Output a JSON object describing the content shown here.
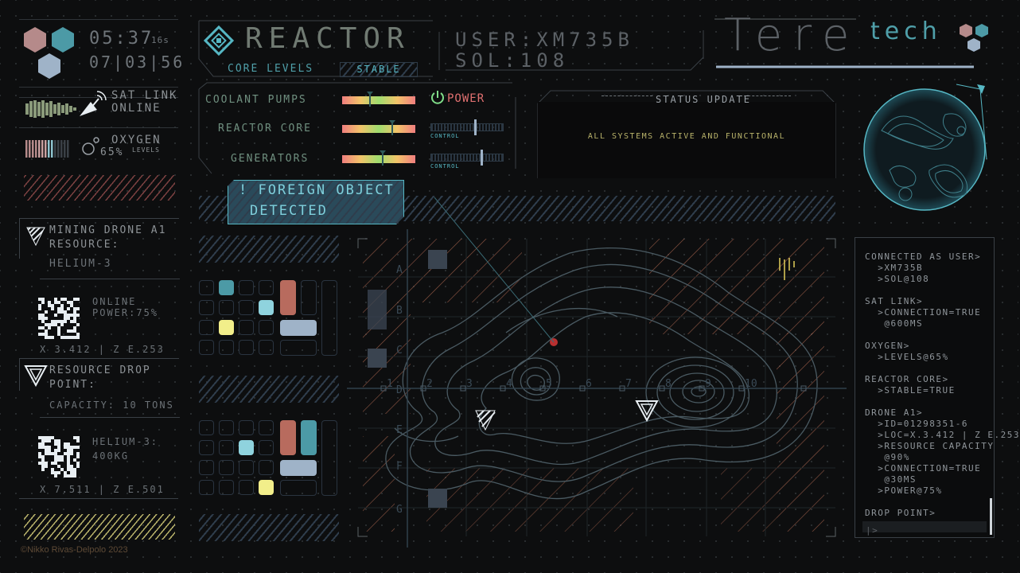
{
  "clock": {
    "time": "05:37",
    "seconds": "16s",
    "date": "07|03|56"
  },
  "reactor": {
    "title": "REACTOR",
    "core_label": "CORE LEVELS",
    "core_status": "STABLE"
  },
  "user": {
    "line1": "USER:XM735B",
    "line2": "SOL:108"
  },
  "brand": {
    "logo": "Tere",
    "suffix": "tech"
  },
  "satlink": {
    "line1": "SAT LINK",
    "line2": "ONLINE"
  },
  "oxygen": {
    "label": "OXYGEN",
    "value": "65%",
    "sub": "LEVELS",
    "level": 0.65
  },
  "gauges": [
    {
      "label": "COOLANT PUMPS",
      "marker": 0.38
    },
    {
      "label": "REACTOR CORE",
      "marker": 0.68
    },
    {
      "label": "GENERATORS",
      "marker": 0.55
    }
  ],
  "power": {
    "label": "POWER"
  },
  "controls": [
    {
      "label": "CONTROL",
      "value": 0.6
    },
    {
      "label": "CONTROL",
      "value": 0.68
    }
  ],
  "status": {
    "title": "STATUS UPDATE",
    "message": "ALL SYSTEMS ACTIVE AND FUNCTIONAL"
  },
  "alert": {
    "line1": "! FOREIGN OBJECT",
    "line2": "DETECTED"
  },
  "drone": {
    "title_line1": "MINING DRONE A1",
    "title_line2": "RESOURCE:",
    "resource": "HELIUM-3",
    "status1": "ONLINE",
    "status2": "POWER:75%",
    "coords": "X 3.412 | Z E.253"
  },
  "drop": {
    "title_line1": "RESOURCE DROP",
    "title_line2": "POINT:",
    "capacity": "CAPACITY: 10 TONS",
    "status1": "HELIUM-3:",
    "status2": "400KG",
    "coords": "X 7.511 | Z E.501"
  },
  "map": {
    "rows": [
      "A",
      "B",
      "C",
      "D",
      "E",
      "F",
      "G"
    ],
    "cols": [
      "1",
      "2",
      "3",
      "4",
      "5",
      "6",
      "7",
      "8",
      "9",
      "10"
    ]
  },
  "terminal": {
    "lines": [
      "CONNECTED AS USER>",
      "  >XM735B",
      "  >SOL@108",
      "",
      "SAT LINK>",
      "  >CONNECTION=TRUE",
      "   @600MS",
      "",
      "OXYGEN>",
      "  >LEVELS@65%",
      "",
      "REACTOR CORE>",
      "  >STABLE=TRUE",
      "",
      "DRONE A1>",
      "  >ID=01298351-6",
      "  >LOC=X.3.412 | Z E.253",
      "  >RESOURCE CAPACITY",
      "   @90%",
      "  >CONNECTION=TRUE",
      "   @30MS",
      "  >POWER@75%",
      "",
      "DROP POINT>"
    ],
    "prompt": "|>"
  },
  "credit": "©Nikko Rivas-Delpolo 2023",
  "colors": {
    "accent": "#56b7c4",
    "alert": "#e07070",
    "warning": "#f2ee8a",
    "panel": "#8fa9bd"
  }
}
